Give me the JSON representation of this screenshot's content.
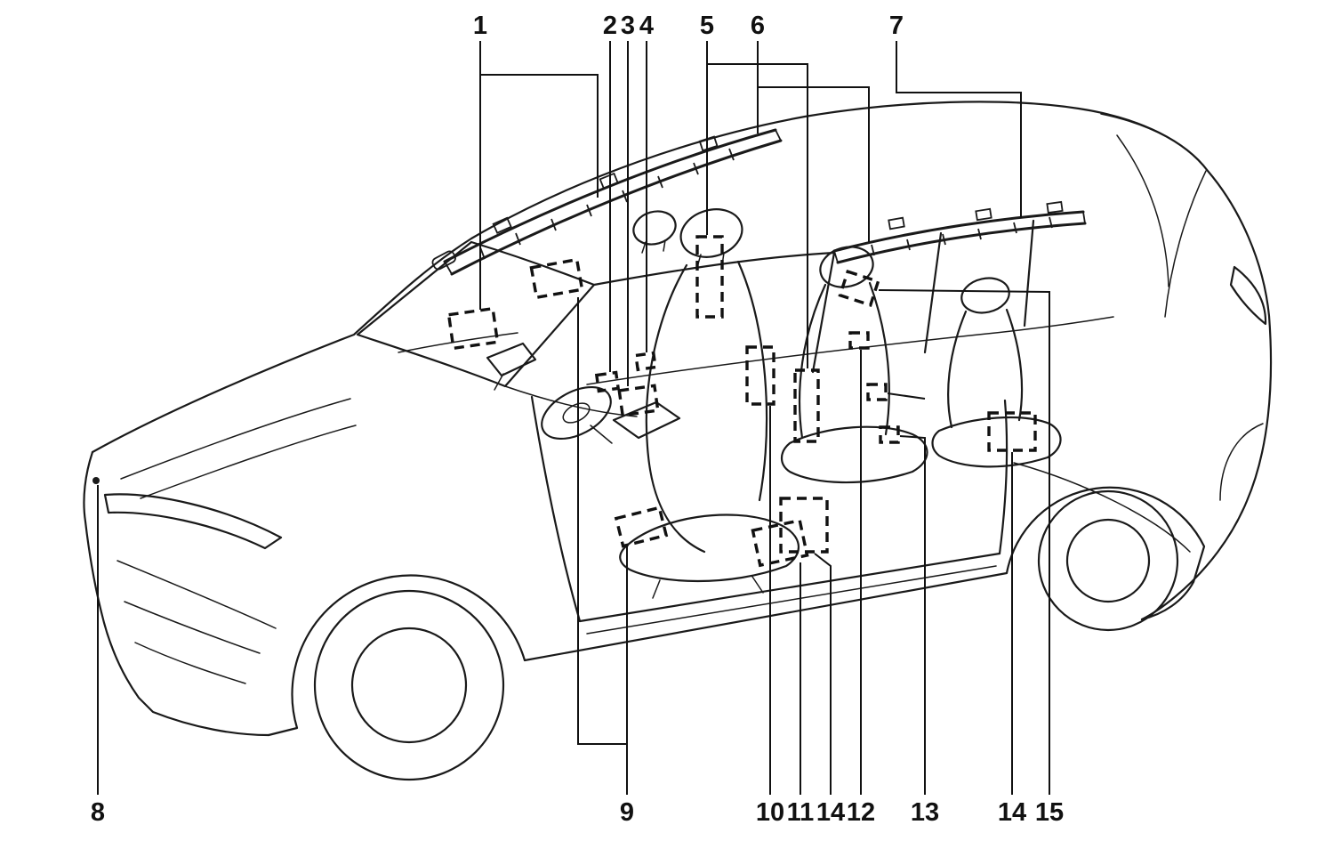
{
  "diagram": {
    "type": "vehicle-component-location-callout-diagram",
    "background_color": "#ffffff",
    "line_color": "#1a1a1a",
    "marker_style": "dashed-rectangle",
    "callouts_top": [
      {
        "label": "1"
      },
      {
        "label": "2"
      },
      {
        "label": "3"
      },
      {
        "label": "4"
      },
      {
        "label": "5"
      },
      {
        "label": "6"
      },
      {
        "label": "7"
      }
    ],
    "callouts_bottom": [
      {
        "label": "8"
      },
      {
        "label": "9"
      },
      {
        "label": "10"
      },
      {
        "label": "11"
      },
      {
        "label": "14"
      },
      {
        "label": "12"
      },
      {
        "label": "13"
      },
      {
        "label": "14"
      },
      {
        "label": "15"
      }
    ]
  }
}
